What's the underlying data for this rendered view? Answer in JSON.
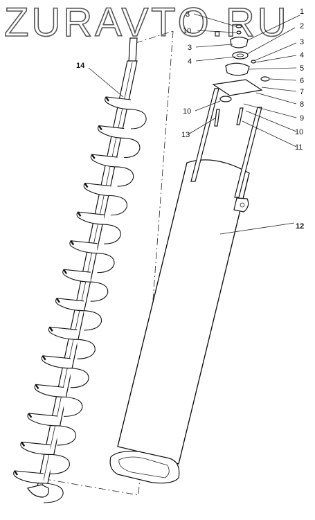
{
  "watermark": "ZURAVTO.RU",
  "callouts": {
    "c1": "1",
    "c2": "2",
    "c3a": "3",
    "c3b": "3",
    "c3c": "3",
    "c4a": "4",
    "c4b": "4",
    "c5": "5",
    "c6": "6",
    "c7": "7",
    "c8": "8",
    "c9": "9",
    "c10a": "10",
    "c10b": "10",
    "c10c": "10",
    "c11": "11",
    "c12": "12",
    "c13": "13",
    "c14": "14"
  }
}
